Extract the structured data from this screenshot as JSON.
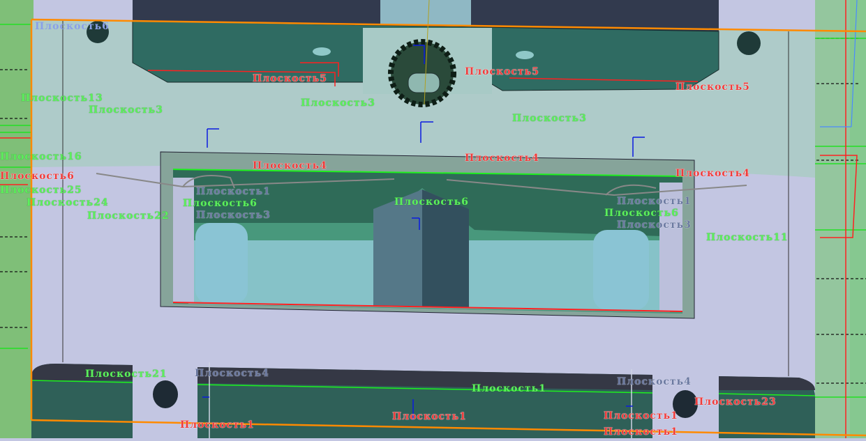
{
  "viewport": {
    "title": "3D model viewport",
    "colors": {
      "plane_red": "#f03a3a",
      "plane_green": "#5cf05c",
      "plane_grey": "#6a78a0",
      "bounding_box": "#ff8a00"
    }
  },
  "labels": [
    {
      "text": "Плоскость6",
      "color": "blue"
    },
    {
      "text": "Плоскость5",
      "color": "red"
    },
    {
      "text": "Плоскость5",
      "color": "red"
    },
    {
      "text": "Плоскость5",
      "color": "red"
    },
    {
      "text": "Плоскость13",
      "color": "green"
    },
    {
      "text": "Плоскость3",
      "color": "green"
    },
    {
      "text": "Плоскость3",
      "color": "green"
    },
    {
      "text": "Плоскость3",
      "color": "green"
    },
    {
      "text": "Плоскость16",
      "color": "green"
    },
    {
      "text": "Плоскость6",
      "color": "red"
    },
    {
      "text": "Плоскость25",
      "color": "green"
    },
    {
      "text": "Плоскость24",
      "color": "green"
    },
    {
      "text": "Плоскость22",
      "color": "green"
    },
    {
      "text": "Плоскость4",
      "color": "red"
    },
    {
      "text": "Плоскость4",
      "color": "red"
    },
    {
      "text": "Плоскость4",
      "color": "red"
    },
    {
      "text": "Плоскость1",
      "color": "grey"
    },
    {
      "text": "Плоскость6",
      "color": "green"
    },
    {
      "text": "Плоскость3",
      "color": "grey"
    },
    {
      "text": "Плоскость6",
      "color": "green"
    },
    {
      "text": "Плоскость1",
      "color": "grey"
    },
    {
      "text": "Плоскость6",
      "color": "green"
    },
    {
      "text": "Плоскость3",
      "color": "grey"
    },
    {
      "text": "Плоскость11",
      "color": "green"
    },
    {
      "text": "Плоскость21",
      "color": "green"
    },
    {
      "text": "Плоскость4",
      "color": "grey"
    },
    {
      "text": "Плоскость1",
      "color": "green"
    },
    {
      "text": "Плоскость4",
      "color": "grey"
    },
    {
      "text": "Плоскость1",
      "color": "red"
    },
    {
      "text": "Плоскость1",
      "color": "red"
    },
    {
      "text": "Плоскость1",
      "color": "red"
    },
    {
      "text": "Плоскость23",
      "color": "red"
    },
    {
      "text": "Плоскость1",
      "color": "red"
    }
  ]
}
